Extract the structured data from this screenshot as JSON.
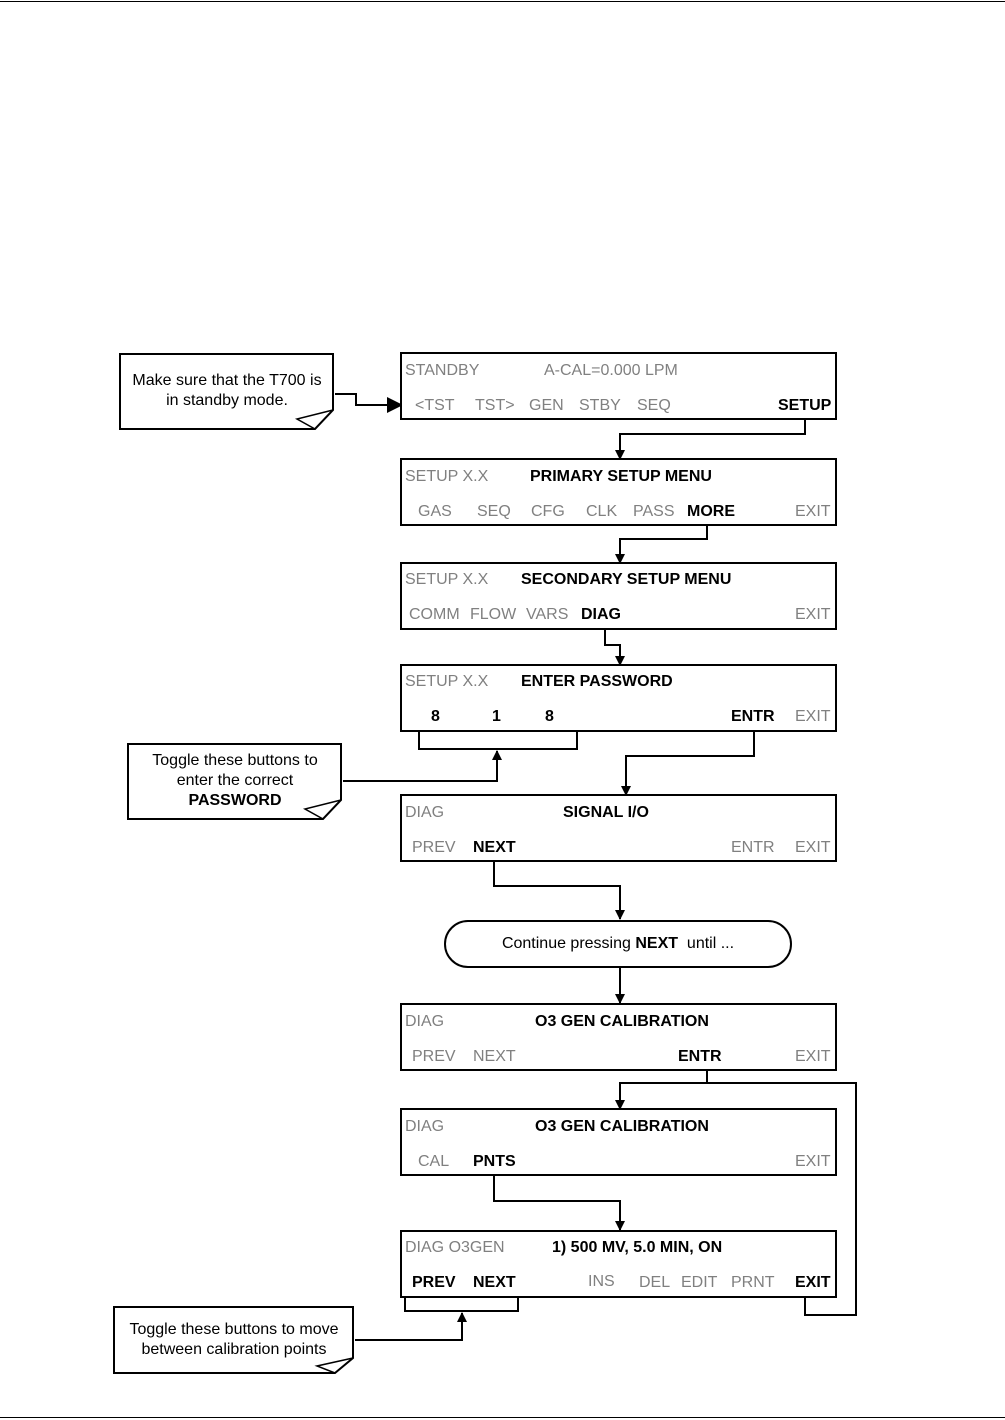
{
  "screen1": {
    "mode": "STANDBY",
    "status": "A-CAL=0.000 LPM",
    "buttons": [
      "<TST",
      "TST>",
      "GEN",
      "STBY",
      "SEQ",
      "SETUP"
    ]
  },
  "screen2": {
    "mode": "SETUP X.X",
    "title": "PRIMARY SETUP MENU",
    "buttons": [
      "GAS",
      "SEQ",
      "CFG",
      "CLK",
      "PASS",
      "MORE",
      "EXIT"
    ]
  },
  "screen3": {
    "mode": "SETUP X.X",
    "title": "SECONDARY SETUP MENU",
    "buttons": [
      "COMM",
      "FLOW",
      "VARS",
      "DIAG",
      "EXIT"
    ]
  },
  "screen4": {
    "mode": "SETUP X.X",
    "title": "ENTER PASSWORD",
    "digits": [
      "8",
      "1",
      "8"
    ],
    "buttons": [
      "ENTR",
      "EXIT"
    ]
  },
  "screen5": {
    "mode": "DIAG",
    "title": "SIGNAL I/O",
    "buttons": [
      "PREV",
      "NEXT",
      "ENTR",
      "EXIT"
    ]
  },
  "continue_note": {
    "before": "Continue pressing ",
    "bold": "NEXT",
    "after": "  until ..."
  },
  "screen6": {
    "mode": "DIAG",
    "title": "O3 GEN CALIBRATION",
    "buttons": [
      "PREV",
      "NEXT",
      "ENTR",
      "EXIT"
    ]
  },
  "screen7": {
    "mode": "DIAG",
    "title": "O3 GEN CALIBRATION",
    "buttons": [
      "CAL",
      "PNTS",
      "EXIT"
    ]
  },
  "screen8": {
    "mode": "DIAG O3GEN",
    "title": "1)  500 MV, 5.0 MIN, ON",
    "buttons": [
      "PREV",
      "NEXT",
      "INS",
      "DEL",
      "EDIT",
      "PRNT",
      "EXIT"
    ]
  },
  "notes": {
    "standby": [
      "Make sure that the T700 is",
      "in standby mode."
    ],
    "password": [
      "Toggle these buttons to",
      "enter the correct",
      "PASSWORD"
    ],
    "points": [
      "Toggle these buttons to move",
      "between calibration points"
    ]
  }
}
